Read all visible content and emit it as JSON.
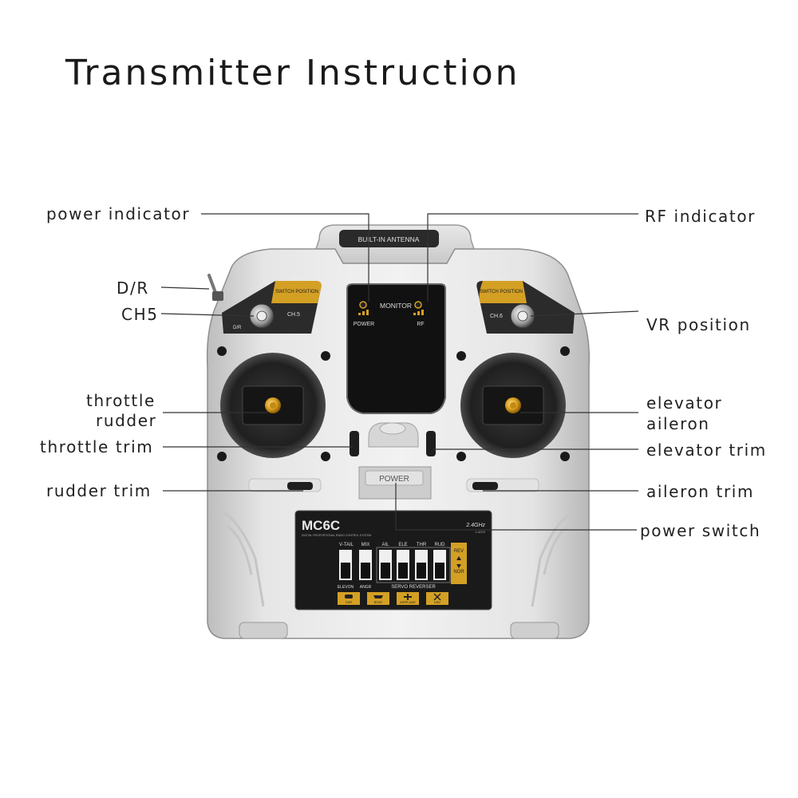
{
  "title": "Transmitter Instruction",
  "callouts": {
    "power_indicator": "power indicator",
    "rf_indicator": "RF indicator",
    "dr": "D/R",
    "ch5": "CH5",
    "vr_position": "VR position",
    "throttle": "throttle",
    "rudder": "rudder",
    "elevator": "elevator",
    "aileron": "aileron",
    "throttle_trim": "throttle trim",
    "elevator_trim": "elevator trim",
    "rudder_trim": "rudder trim",
    "aileron_trim": "aileron trim",
    "power_switch": "power switch"
  },
  "device": {
    "antenna_label": "BUILT-IN ANTENNA",
    "monitor_label": "MONITOR",
    "power_led_label": "POWER",
    "rf_led_label": "RF",
    "switch_position_left": "SWITCH POSITION",
    "switch_position_right": "SWITCH POSITION",
    "ch5_label": "CH.5",
    "ch6_label": "CH.6",
    "dr_label": "D/R",
    "power_button_label": "POWER",
    "brand": "MC6C",
    "brand_subtitle": "DIGITAL PROPORTIONAL RADIO CONTROL SYSTEM",
    "frequency": "2.4GHz",
    "frequency_sub": "2.4G/S",
    "panel_labels": {
      "vtail": "V-TAIL",
      "mix": "MIX",
      "ail": "AIL",
      "ele": "ELE",
      "thr": "THR",
      "rud": "RUD",
      "rev": "REV",
      "nor": "NOR",
      "elevon": "ELEVON",
      "angr": "ANGR",
      "servo_reverser": "SERVO REVERSER"
    },
    "modes": [
      "CAR",
      "BOAT",
      "AIRPLANE",
      "UAV"
    ]
  },
  "colors": {
    "body": "#d9d9d9",
    "body_dark": "#a7a7a7",
    "accent_gold": "#d4a024",
    "screen": "#111111",
    "line": "#333333"
  }
}
